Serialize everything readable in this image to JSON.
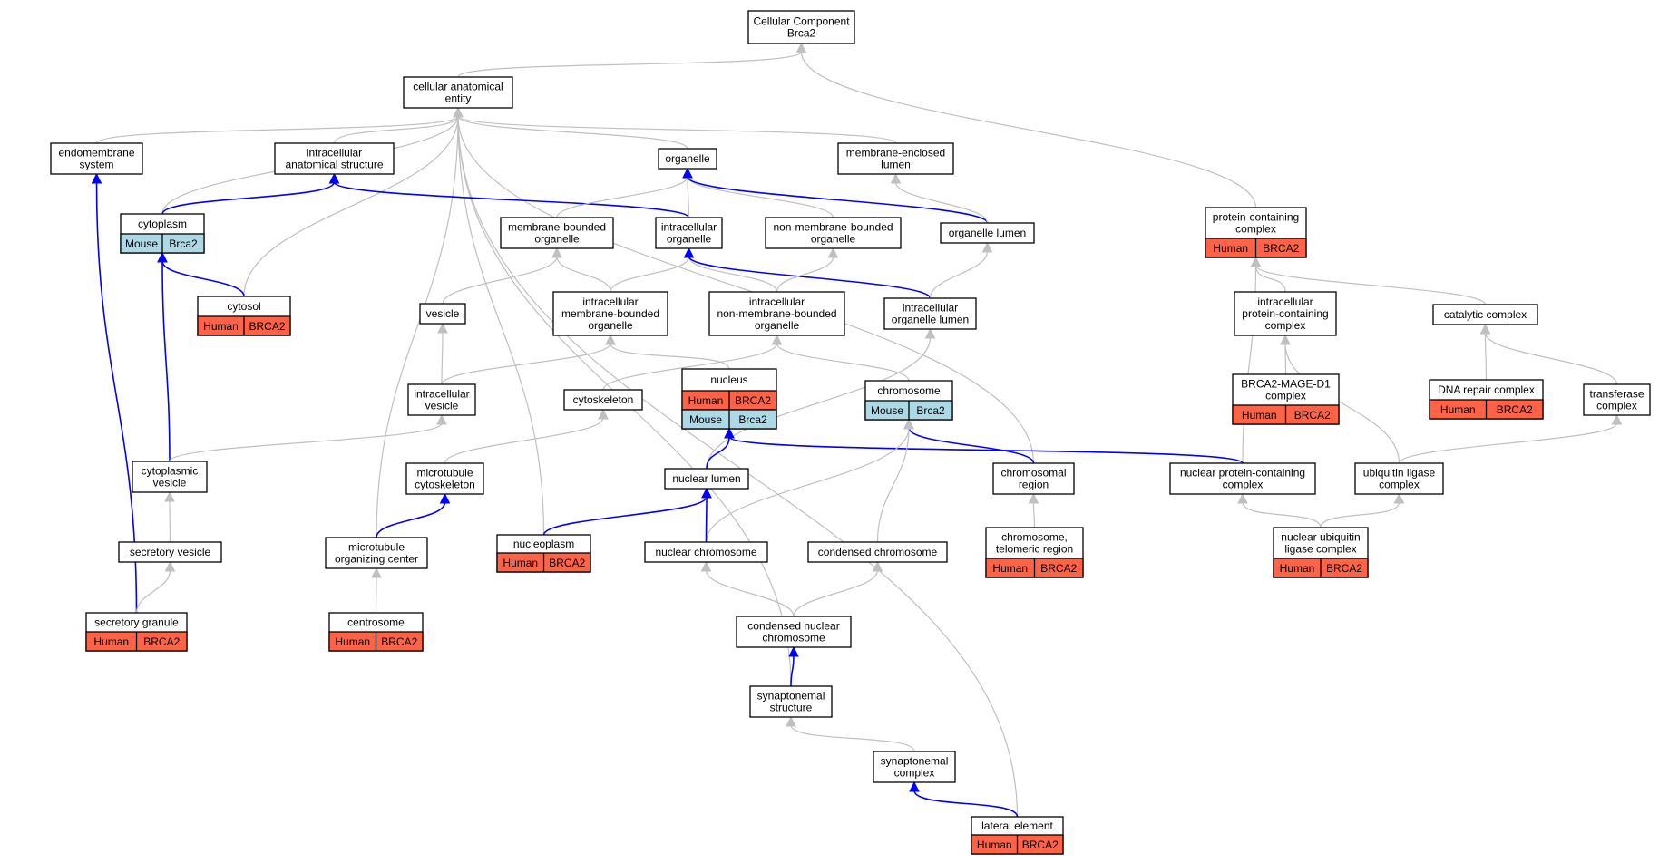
{
  "diagram": {
    "colors": {
      "human": "#ff6347",
      "mouse": "#add8e6",
      "edge_gray": "#c0c0c0",
      "edge_blue": "#0000ff",
      "node_border": "#000000",
      "node_fill": "#ffffff"
    },
    "nodes": {
      "root": {
        "lines": [
          "Cellular Component",
          "Brca2"
        ]
      },
      "cae": {
        "lines": [
          "cellular anatomical",
          "entity"
        ]
      },
      "endo": {
        "lines": [
          "endomembrane",
          "system"
        ]
      },
      "ias": {
        "lines": [
          "intracellular",
          "anatomical structure"
        ]
      },
      "organelle": {
        "lines": [
          "organelle"
        ]
      },
      "mel": {
        "lines": [
          "membrane-enclosed",
          "lumen"
        ]
      },
      "cytoplasm": {
        "lines": [
          "cytoplasm"
        ],
        "tags": [
          "Mouse",
          "Brca2"
        ]
      },
      "mbo": {
        "lines": [
          "membrane-bounded",
          "organelle"
        ]
      },
      "io": {
        "lines": [
          "intracellular",
          "organelle"
        ]
      },
      "nmbo": {
        "lines": [
          "non-membrane-bounded",
          "organelle"
        ]
      },
      "olumen": {
        "lines": [
          "organelle lumen"
        ]
      },
      "pcc": {
        "lines": [
          "protein-containing",
          "complex"
        ],
        "tags": [
          "Human",
          "BRCA2"
        ]
      },
      "cytosol": {
        "lines": [
          "cytosol"
        ],
        "tags": [
          "Human",
          "BRCA2"
        ]
      },
      "vesicle": {
        "lines": [
          "vesicle"
        ]
      },
      "imbo": {
        "lines": [
          "intracellular",
          "membrane-bounded",
          "organelle"
        ]
      },
      "inmbo": {
        "lines": [
          "intracellular",
          "non-membrane-bounded",
          "organelle"
        ]
      },
      "iol": {
        "lines": [
          "intracellular",
          "organelle lumen"
        ]
      },
      "ipcc": {
        "lines": [
          "intracellular",
          "protein-containing",
          "complex"
        ]
      },
      "catalytic": {
        "lines": [
          "catalytic complex"
        ]
      },
      "ivesicle": {
        "lines": [
          "intracellular",
          "vesicle"
        ]
      },
      "cytoskeleton": {
        "lines": [
          "cytoskeleton"
        ]
      },
      "nucleus": {
        "lines": [
          "nucleus"
        ],
        "tags": [
          "Human",
          "BRCA2"
        ],
        "tags2": [
          "Mouse",
          "Brca2"
        ]
      },
      "chromosome": {
        "lines": [
          "chromosome"
        ],
        "tags": [
          "Mouse",
          "Brca2"
        ]
      },
      "bmage": {
        "lines": [
          "BRCA2-MAGE-D1",
          "complex"
        ],
        "tags": [
          "Human",
          "BRCA2"
        ]
      },
      "dnarep": {
        "lines": [
          "DNA repair complex"
        ],
        "tags": [
          "Human",
          "BRCA2"
        ]
      },
      "transferase": {
        "lines": [
          "transferase",
          "complex"
        ]
      },
      "cvesicle": {
        "lines": [
          "cytoplasmic",
          "vesicle"
        ]
      },
      "mtcyto": {
        "lines": [
          "microtubule",
          "cytoskeleton"
        ]
      },
      "nlumen": {
        "lines": [
          "nuclear lumen"
        ]
      },
      "chromregion": {
        "lines": [
          "chromosomal",
          "region"
        ]
      },
      "npcc": {
        "lines": [
          "nuclear protein-containing",
          "complex"
        ]
      },
      "ubiq": {
        "lines": [
          "ubiquitin ligase",
          "complex"
        ]
      },
      "secvesicle": {
        "lines": [
          "secretory vesicle"
        ]
      },
      "mtoc": {
        "lines": [
          "microtubule",
          "organizing center"
        ]
      },
      "nucleoplasm": {
        "lines": [
          "nucleoplasm"
        ],
        "tags": [
          "Human",
          "BRCA2"
        ]
      },
      "nchrom": {
        "lines": [
          "nuclear chromosome"
        ]
      },
      "cchrom": {
        "lines": [
          "condensed chromosome"
        ]
      },
      "telomeric": {
        "lines": [
          "chromosome,",
          "telomeric region"
        ],
        "tags": [
          "Human",
          "BRCA2"
        ]
      },
      "nuclig": {
        "lines": [
          "nuclear ubiquitin",
          "ligase complex"
        ],
        "tags": [
          "Human",
          "BRCA2"
        ]
      },
      "secgranule": {
        "lines": [
          "secretory granule"
        ],
        "tags": [
          "Human",
          "BRCA2"
        ]
      },
      "centrosome": {
        "lines": [
          "centrosome"
        ],
        "tags": [
          "Human",
          "BRCA2"
        ]
      },
      "cnchrom": {
        "lines": [
          "condensed nuclear",
          "chromosome"
        ]
      },
      "synstruct": {
        "lines": [
          "synaptonemal",
          "structure"
        ]
      },
      "syncomplex": {
        "lines": [
          "synaptonemal",
          "complex"
        ]
      },
      "lateral": {
        "lines": [
          "lateral element"
        ],
        "tags": [
          "Human",
          "BRCA2"
        ]
      }
    },
    "edges": [
      {
        "from": "cae",
        "to": "root",
        "color": "gray"
      },
      {
        "from": "pcc",
        "to": "root",
        "color": "gray"
      },
      {
        "from": "endo",
        "to": "cae",
        "color": "gray"
      },
      {
        "from": "ias",
        "to": "cae",
        "color": "gray"
      },
      {
        "from": "organelle",
        "to": "cae",
        "color": "gray"
      },
      {
        "from": "mel",
        "to": "cae",
        "color": "gray"
      },
      {
        "from": "cytoplasm",
        "to": "cae",
        "color": "gray"
      },
      {
        "from": "cytosol",
        "to": "cae",
        "color": "gray"
      },
      {
        "from": "mtoc",
        "to": "cae",
        "color": "gray"
      },
      {
        "from": "nucleoplasm",
        "to": "cae",
        "color": "gray"
      },
      {
        "from": "chromregion",
        "to": "cae",
        "color": "gray"
      },
      {
        "from": "synstruct",
        "to": "cae",
        "color": "gray"
      },
      {
        "from": "lateral",
        "to": "cae",
        "color": "gray"
      },
      {
        "from": "cytoplasm",
        "to": "ias",
        "color": "blue"
      },
      {
        "from": "io",
        "to": "ias",
        "color": "blue"
      },
      {
        "from": "mbo",
        "to": "organelle",
        "color": "gray"
      },
      {
        "from": "io",
        "to": "organelle",
        "color": "gray"
      },
      {
        "from": "nmbo",
        "to": "organelle",
        "color": "gray"
      },
      {
        "from": "olumen",
        "to": "organelle",
        "color": "blue"
      },
      {
        "from": "olumen",
        "to": "mel",
        "color": "gray"
      },
      {
        "from": "cytosol",
        "to": "cytoplasm",
        "color": "blue"
      },
      {
        "from": "cvesicle",
        "to": "cytoplasm",
        "color": "blue"
      },
      {
        "from": "secgranule",
        "to": "endo",
        "color": "blue"
      },
      {
        "from": "vesicle",
        "to": "mbo",
        "color": "gray"
      },
      {
        "from": "imbo",
        "to": "mbo",
        "color": "gray"
      },
      {
        "from": "imbo",
        "to": "io",
        "color": "gray"
      },
      {
        "from": "inmbo",
        "to": "io",
        "color": "gray"
      },
      {
        "from": "iol",
        "to": "io",
        "color": "blue"
      },
      {
        "from": "inmbo",
        "to": "nmbo",
        "color": "gray"
      },
      {
        "from": "iol",
        "to": "olumen",
        "color": "gray"
      },
      {
        "from": "ivesicle",
        "to": "vesicle",
        "color": "gray"
      },
      {
        "from": "ivesicle",
        "to": "imbo",
        "color": "gray"
      },
      {
        "from": "nucleus",
        "to": "imbo",
        "color": "gray"
      },
      {
        "from": "cytoskeleton",
        "to": "inmbo",
        "color": "gray"
      },
      {
        "from": "chromosome",
        "to": "inmbo",
        "color": "gray"
      },
      {
        "from": "nlumen",
        "to": "iol",
        "color": "gray"
      },
      {
        "from": "ipcc",
        "to": "pcc",
        "color": "gray"
      },
      {
        "from": "catalytic",
        "to": "pcc",
        "color": "gray"
      },
      {
        "from": "npcc",
        "to": "pcc",
        "color": "gray"
      },
      {
        "from": "bmage",
        "to": "ipcc",
        "color": "gray"
      },
      {
        "from": "ubiq",
        "to": "ipcc",
        "color": "gray"
      },
      {
        "from": "dnarep",
        "to": "catalytic",
        "color": "gray"
      },
      {
        "from": "transferase",
        "to": "catalytic",
        "color": "gray"
      },
      {
        "from": "ubiq",
        "to": "transferase",
        "color": "gray"
      },
      {
        "from": "cvesicle",
        "to": "ivesicle",
        "color": "gray"
      },
      {
        "from": "secvesicle",
        "to": "cvesicle",
        "color": "gray"
      },
      {
        "from": "secgranule",
        "to": "secvesicle",
        "color": "gray"
      },
      {
        "from": "mtcyto",
        "to": "cytoskeleton",
        "color": "gray"
      },
      {
        "from": "mtoc",
        "to": "mtcyto",
        "color": "blue"
      },
      {
        "from": "centrosome",
        "to": "mtoc",
        "color": "gray"
      },
      {
        "from": "nlumen",
        "to": "nucleus",
        "color": "blue"
      },
      {
        "from": "npcc",
        "to": "nucleus",
        "color": "blue"
      },
      {
        "from": "chromregion",
        "to": "chromosome",
        "color": "blue"
      },
      {
        "from": "nchrom",
        "to": "chromosome",
        "color": "gray"
      },
      {
        "from": "cchrom",
        "to": "chromosome",
        "color": "gray"
      },
      {
        "from": "nucleoplasm",
        "to": "nlumen",
        "color": "blue"
      },
      {
        "from": "nchrom",
        "to": "nlumen",
        "color": "blue"
      },
      {
        "from": "telomeric",
        "to": "chromregion",
        "color": "gray"
      },
      {
        "from": "nuclig",
        "to": "npcc",
        "color": "gray"
      },
      {
        "from": "nuclig",
        "to": "ubiq",
        "color": "gray"
      },
      {
        "from": "cnchrom",
        "to": "nchrom",
        "color": "gray"
      },
      {
        "from": "cnchrom",
        "to": "cchrom",
        "color": "gray"
      },
      {
        "from": "synstruct",
        "to": "cnchrom",
        "color": "blue"
      },
      {
        "from": "syncomplex",
        "to": "synstruct",
        "color": "gray"
      },
      {
        "from": "lateral",
        "to": "syncomplex",
        "color": "blue"
      }
    ]
  }
}
